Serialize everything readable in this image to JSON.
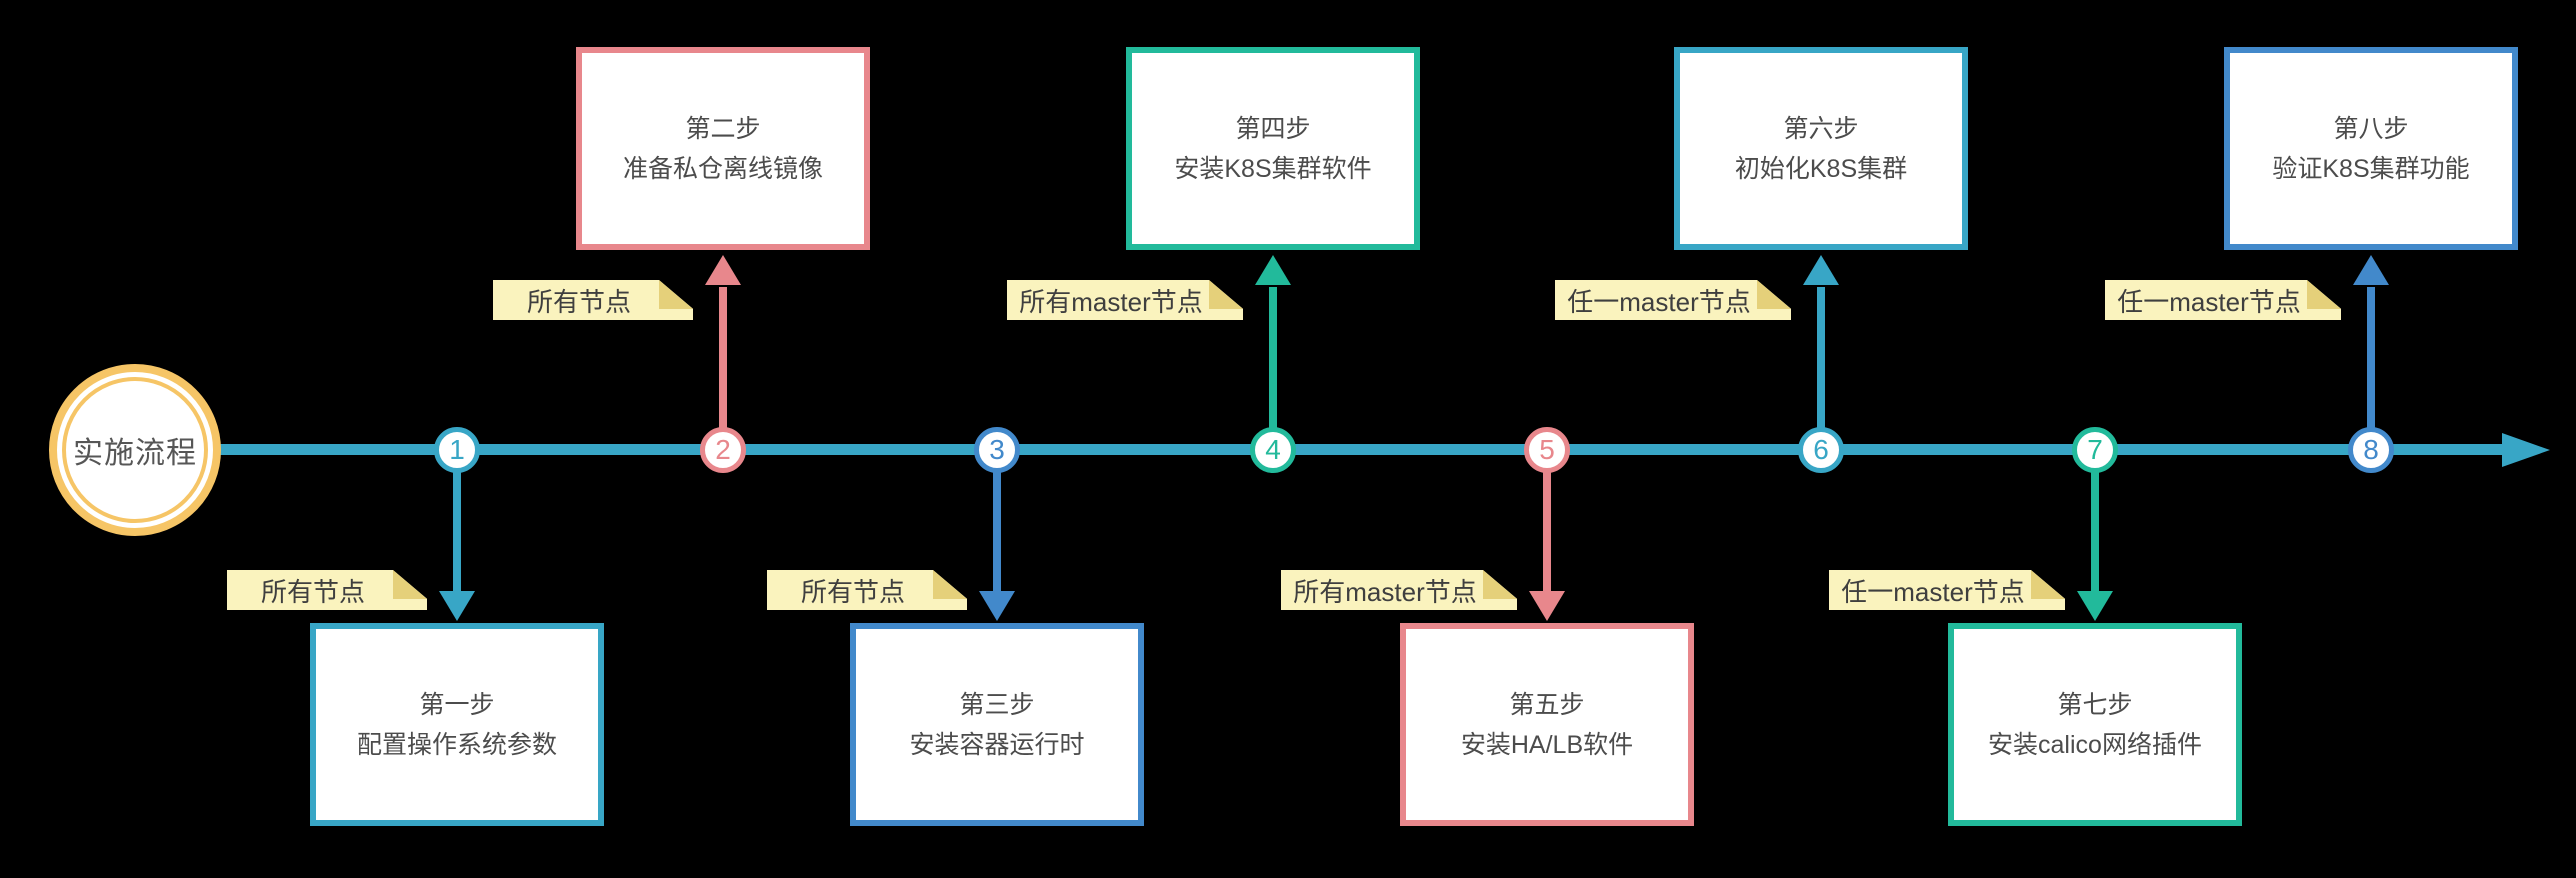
{
  "page": {
    "background": "#000000"
  },
  "start_circle": {
    "label": "实施流程",
    "ring_color": "#F6C566",
    "text_color": "#565656"
  },
  "timeline": {
    "color": "#38A6C6",
    "direction": "left-to-right",
    "arrowhead": "right"
  },
  "note_style": {
    "bg": "#FAF3BE",
    "fold": "#E5D07A",
    "text_color": "#3F3F3F"
  },
  "palette": {
    "teal": "#38A6C6",
    "pink": "#E8878C",
    "blue": "#4289CB",
    "green": "#22BA9B"
  },
  "steps": [
    {
      "number": "1",
      "color": "#38A6C6",
      "direction": "below",
      "tag": "所有节点",
      "title": "第一步",
      "subtitle": "配置操作系统参数"
    },
    {
      "number": "2",
      "color": "#E8878C",
      "direction": "above",
      "tag": "所有节点",
      "title": "第二步",
      "subtitle": "准备私仓离线镜像"
    },
    {
      "number": "3",
      "color": "#4289CB",
      "direction": "below",
      "tag": "所有节点",
      "title": "第三步",
      "subtitle": "安装容器运行时"
    },
    {
      "number": "4",
      "color": "#22BA9B",
      "direction": "above",
      "tag": "所有master节点",
      "title": "第四步",
      "subtitle": "安装K8S集群软件"
    },
    {
      "number": "5",
      "color": "#E8878C",
      "direction": "below",
      "tag": "所有master节点",
      "title": "第五步",
      "subtitle": "安装HA/LB软件"
    },
    {
      "number": "6",
      "color": "#38A6C6",
      "direction": "above",
      "tag": "任一master节点",
      "title": "第六步",
      "subtitle": "初始化K8S集群"
    },
    {
      "number": "7",
      "color": "#22BA9B",
      "direction": "below",
      "tag": "任一master节点",
      "title": "第七步",
      "subtitle": "安装calico网络插件"
    },
    {
      "number": "8",
      "color": "#4289CB",
      "direction": "above",
      "tag": "任一master节点",
      "title": "第八步",
      "subtitle": "验证K8S集群功能"
    }
  ]
}
